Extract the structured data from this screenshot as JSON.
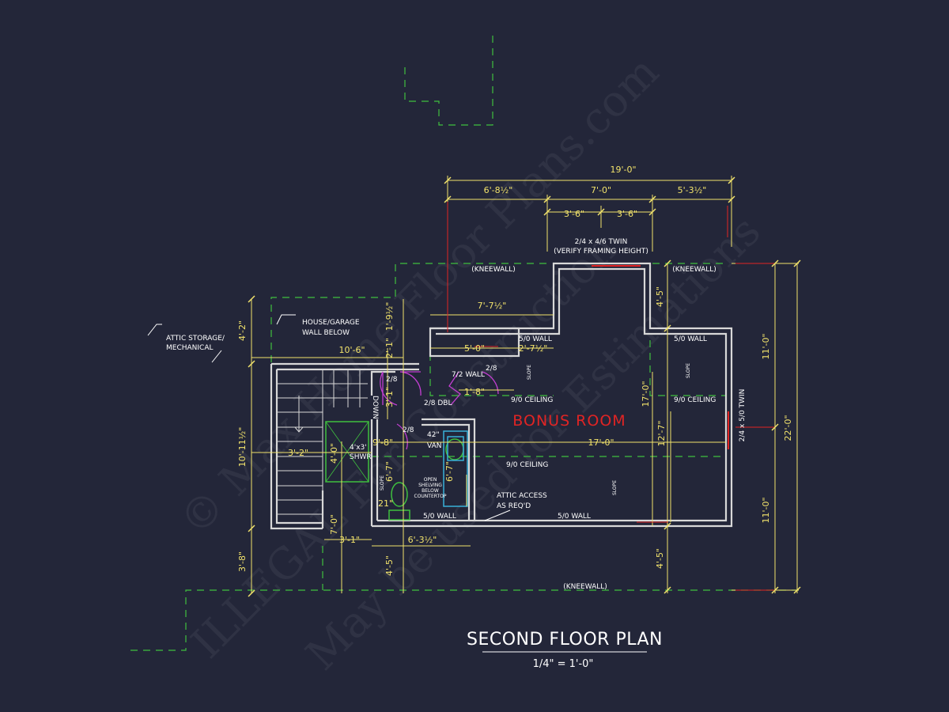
{
  "watermark": {
    "line1": "© Max Home Floor Plans.com",
    "line2": "ILLEGAL For Construction",
    "line3": "May be used for Estimations"
  },
  "title": {
    "main": "SECOND FLOOR PLAN",
    "scale": "1/4\" = 1'-0\""
  },
  "room": {
    "bonus": "BONUS ROOM"
  },
  "labels": {
    "kneewall": "(KNEEWALL)",
    "attic_storage_1": "ATTIC STORAGE/",
    "attic_storage_2": "MECHANICAL",
    "house_garage_1": "HOUSE/GARAGE",
    "house_garage_2": "WALL BELOW",
    "window_top_1": "2/4 x 4/6 TWIN",
    "window_top_2": "(VERIFY FRAMING HEIGHT)",
    "window_right": "2/4 x 5/0 TWIN",
    "wall_50": "5/0 WALL",
    "wall_72": "7/2 WALL",
    "ceiling_90": "9/0 CEILING",
    "door_28": "2/8",
    "door_28_dbl": "2/8 DBL",
    "down": "DOWN",
    "slope": "SLOPE",
    "shwr_1": "4'x3'",
    "shwr_2": "SHWR",
    "van_1": "42\"",
    "van_2": "VAN",
    "shelving_1": "OPEN",
    "shelving_2": "SHELVING",
    "shelving_3": "BELOW",
    "shelving_4": "COUNTERTOP",
    "attic_access_1": "ATTIC ACCESS",
    "attic_access_2": "AS REQ'D",
    "dim_21": "21\""
  },
  "dimensions": {
    "overall": "19'-0\"",
    "seg_a": "6'-8½\"",
    "seg_b": "7'-0\"",
    "seg_c": "5'-3½\"",
    "win_a": "3'-6\"",
    "win_b": "3'-6\"",
    "d_7_7h": "7'-7½\"",
    "d_5_0": "5'-0\"",
    "d_2_7h": "2'-7½\"",
    "d_10_6": "10'-6\"",
    "d_1_8": "1'-8\"",
    "d_9_8": "9'-8\"",
    "d_17_0": "17'-0\"",
    "d_3_2": "3'-2\"",
    "d_6_3h": "6'-3½\"",
    "d_3_1": "3'-1\"",
    "d_4_2": "4'-2\"",
    "d_10_11h": "10'-11½\"",
    "d_3_8": "3'-8\"",
    "d_2_1": "2'-1\"",
    "d_1_9h": "1'-9½\"",
    "d_3_1v": "3'-1\"",
    "d_4_0": "4'-0\"",
    "d_7_0": "7'-0\"",
    "d_6_7": "6'-7\"",
    "d_6_7b": "6'-7\"",
    "d_4_5a": "4'-5\"",
    "d_4_5b": "4'-5\"",
    "d_4_5c": "4'-5\"",
    "d_17_0v": "17'-0\"",
    "d_12_7": "12'-7\"",
    "d_11_0a": "11'-0\"",
    "d_11_0b": "11'-0\"",
    "d_22_0": "22'-0\""
  }
}
